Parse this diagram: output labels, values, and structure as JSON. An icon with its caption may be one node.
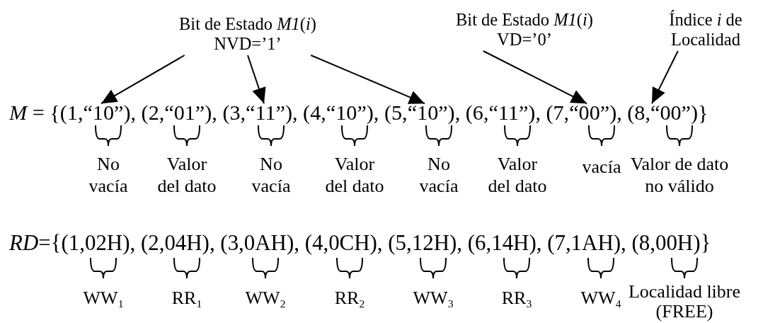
{
  "diagram": {
    "nodes": [
      {
        "text": [
          "Bit de Estado *M1*(*i*)",
          "NVD=’1’"
        ]
      },
      {
        "text": [
          "Bit de Estado *M1*(*i*)",
          "VD=’0’"
        ]
      },
      {
        "text": [
          "Índice *i* de Localidad"
        ]
      },
      {
        "text": [
          "*M* = {(1,“10”), (2,“01”), (3,“11”), (4,“10”), (5,“10”), (6,“11”), (7,“00”), (8,“00”)}"
        ]
      }
    ],
    "edges": [
      {
        "from": 0,
        "to": 3,
        "arrow": "to"
      },
      {
        "from": 0,
        "to": 3,
        "arrow": "to"
      },
      {
        "from": 0,
        "to": 3,
        "arrow": "to"
      },
      {
        "from": 1,
        "to": 3,
        "arrow": "to"
      },
      {
        "from": 2,
        "to": 3,
        "arrow": "to"
      }
    ],
    "labels": [
      "No vacía",
      "Valor del dato",
      "No vacía",
      "Valor del dato",
      "No vacía",
      "Valor del dato",
      "vacía",
      "Valor de dato no válido",
      "*RD*={(1,02H), (2,04H), (3,0AH), (4,0CH), (5,12H), (6,14H), (7,1AH), (8,00H)}",
      "WW$_{1}$",
      "RR$_{1}$",
      "WW$_{2}$",
      "RR$_{2}$",
      "WW$_{3}$",
      "RR$_{3}$",
      "WW$_{4}$",
      "Localidad libre (FREE)"
    ]
  }
}
